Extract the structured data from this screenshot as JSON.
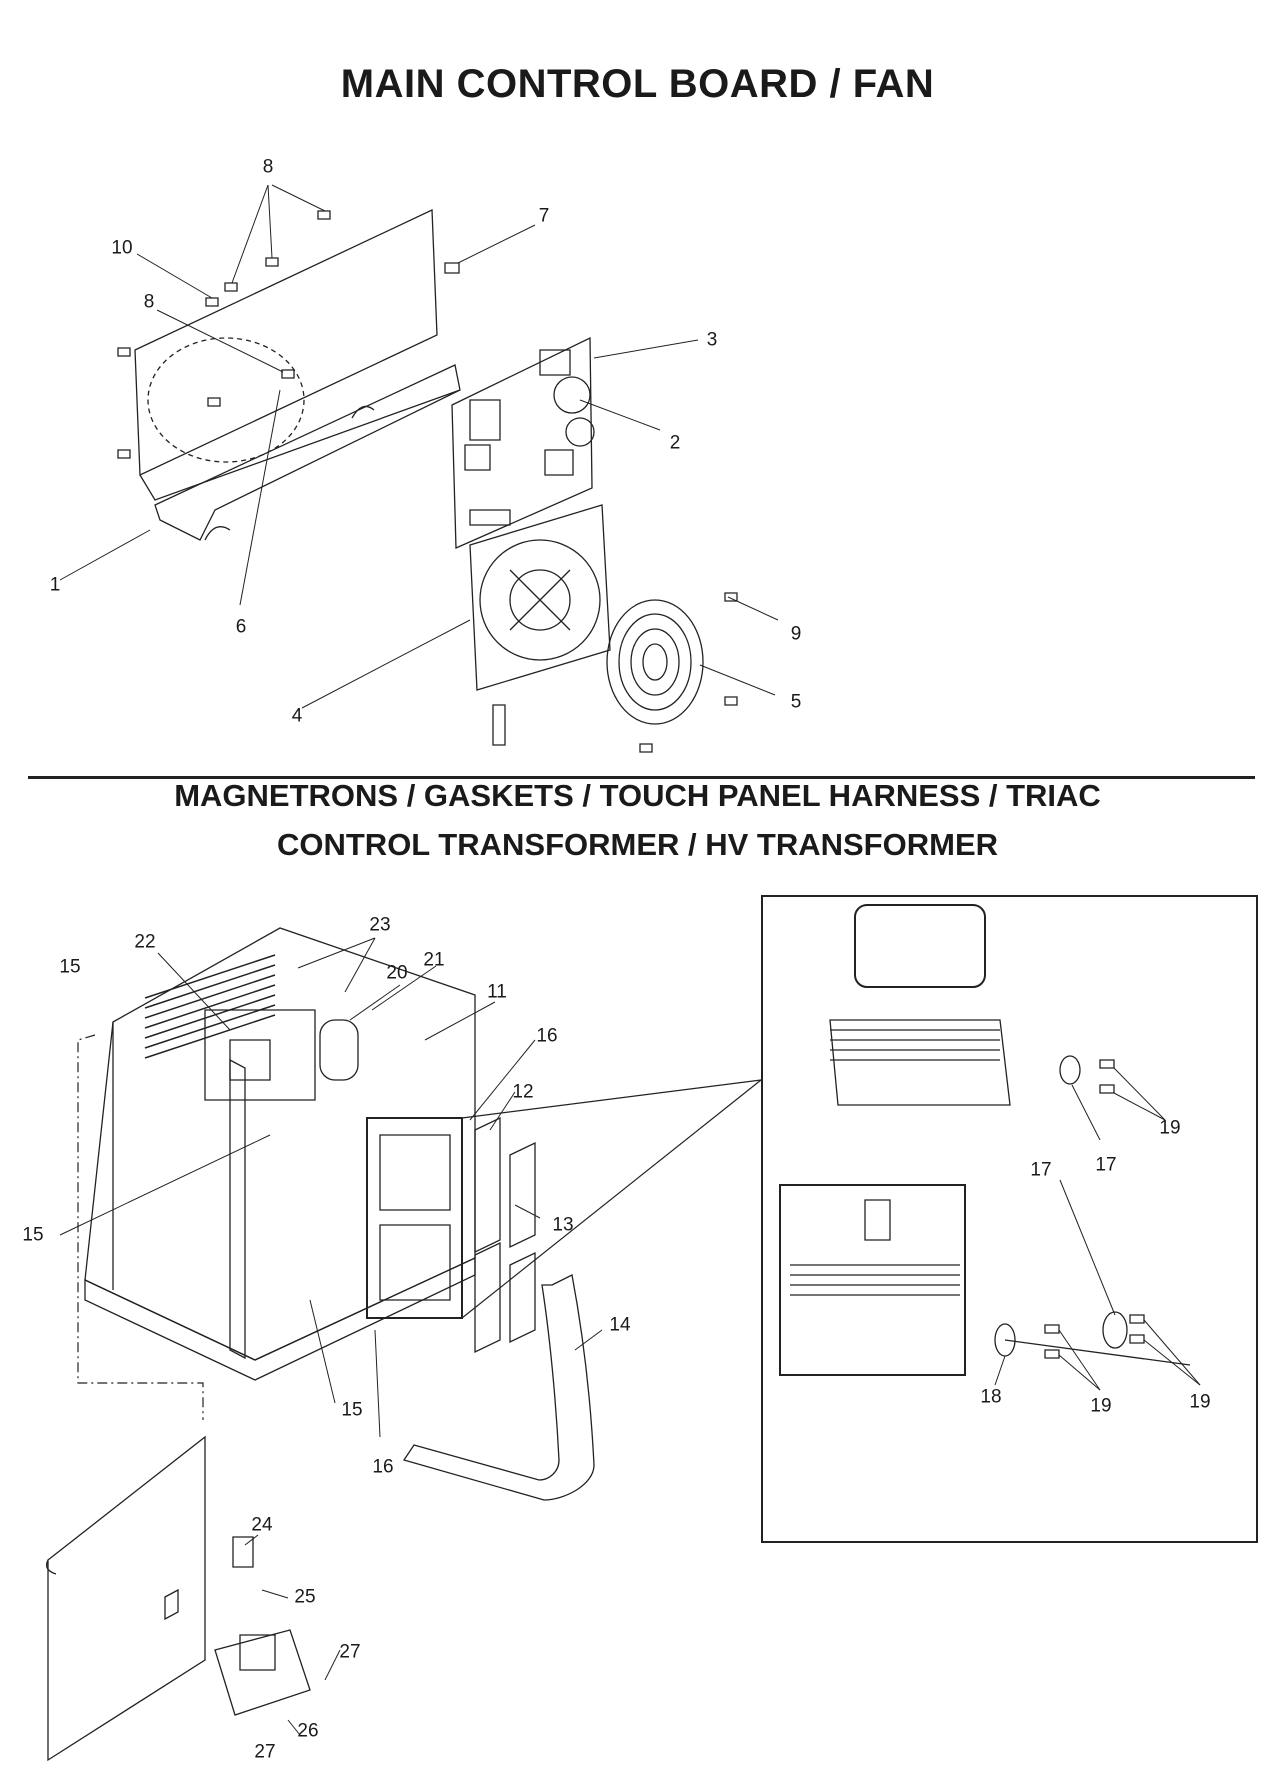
{
  "titles": {
    "top": "MAIN CONTROL BOARD / FAN",
    "bottom_line1": "MAGNETRONS / GASKETS / TOUCH PANEL HARNESS / TRIAC",
    "bottom_line2": "CONTROL TRANSFORMER / HV TRANSFORMER"
  },
  "callouts": {
    "top": [
      "8",
      "7",
      "10",
      "8",
      "3",
      "2",
      "1",
      "6",
      "9",
      "5",
      "4"
    ],
    "bottom": [
      "23",
      "22",
      "21",
      "20",
      "15",
      "11",
      "16",
      "12",
      "13",
      "15",
      "15",
      "16",
      "14",
      "24",
      "25",
      "27",
      "26",
      "27"
    ],
    "inset": [
      "19",
      "17",
      "17",
      "18",
      "19",
      "19"
    ]
  }
}
